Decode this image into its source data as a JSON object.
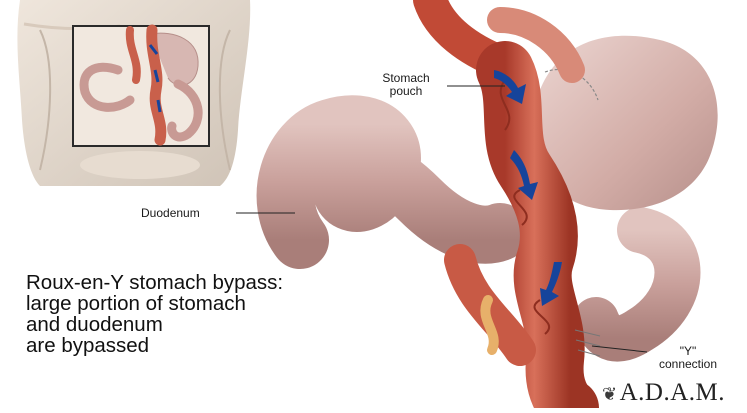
{
  "labels": {
    "stomach_pouch_line1": "Stomach",
    "stomach_pouch_line2": "pouch",
    "duodenum": "Duodenum",
    "y_connection_line1": "\"Y\"",
    "y_connection_line2": "connection"
  },
  "caption": {
    "line1": "Roux-en-Y stomach bypass:",
    "line2": "large portion of stomach",
    "line3": "and duodenum",
    "line4": "are bypassed"
  },
  "brand": {
    "mark": "❦",
    "text": "A.D.A.M."
  },
  "colors": {
    "intestine": "#cfa6a1",
    "stomach_remnant": "#d7b5b0",
    "jejunum": "#c85a45",
    "arrow": "#16449b",
    "skin": "#e8ddd2"
  },
  "icons": [
    "flow-arrow",
    "ivy-leaf-logo"
  ]
}
